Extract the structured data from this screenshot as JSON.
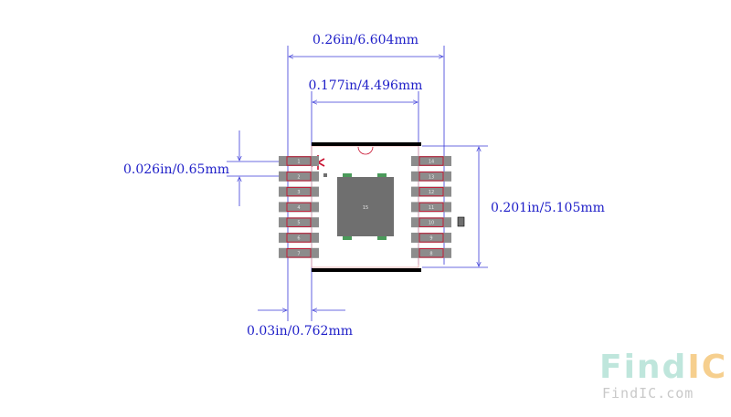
{
  "dimensions": {
    "overall_width": "0.26in/6.604mm",
    "body_width": "0.177in/4.496mm",
    "pin_pitch": "0.026in/0.65mm",
    "body_length": "0.201in/5.105mm",
    "pad_width": "0.03in/0.762mm"
  },
  "pins": {
    "left": [
      "1",
      "2",
      "3",
      "4",
      "5",
      "6",
      "7"
    ],
    "right": [
      "14",
      "13",
      "12",
      "11",
      "10",
      "9",
      "8"
    ],
    "exposed_pad": "15"
  },
  "watermark": {
    "logo": "FindIC",
    "url": "FindIC.com"
  },
  "colors": {
    "dimension_line": "#3a3ad8",
    "pad": "#8c8c8c",
    "pad_outline": "#c8102e",
    "exposed_pad": "#6f6f6f",
    "silkscreen": "#000000",
    "pin1_marker": "#c8102e",
    "watermark_teal": "#bfe6dc",
    "watermark_orange": "#f6cf8e"
  }
}
